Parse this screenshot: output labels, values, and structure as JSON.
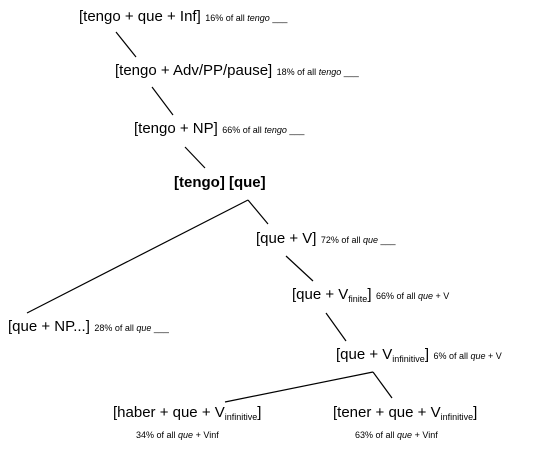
{
  "nodes": {
    "tengo_que_inf": {
      "open": "[tengo + que + Inf]",
      "pct": "16% of all",
      "pct_it": "tengo",
      "blank": "___"
    },
    "tengo_adv": {
      "open": "[tengo + Adv/PP/pause]",
      "pct": "18% of all",
      "pct_it": "tengo",
      "blank": "___"
    },
    "tengo_np": {
      "open": "[tengo + NP]",
      "pct": "66% of all",
      "pct_it": "tengo",
      "blank": "___"
    },
    "tengo_que": {
      "open": "[tengo] [que]"
    },
    "que_v": {
      "open": "[que + V]",
      "pct": "72% of all",
      "pct_it": "que",
      "blank": "___"
    },
    "que_vfinite": {
      "open": "[que + V",
      "sub": "finite",
      "close": "]",
      "pct": "66% of all",
      "pct_it": "que",
      "pct_tail": "+ V"
    },
    "que_np": {
      "open": "[que + NP...]",
      "pct": "28% of all",
      "pct_it": "que",
      "blank": "___"
    },
    "que_vinf": {
      "open": "[que + V",
      "sub": "infinitive",
      "close": "]",
      "pct": "6% of all",
      "pct_it": "que",
      "pct_tail": "+ V"
    },
    "haber": {
      "open": "[haber + que + V",
      "sub": "infinitive",
      "close": "]",
      "pct": "34% of all",
      "pct_it": "que",
      "pct_tail": "+ Vinf"
    },
    "tener": {
      "open": "[tener + que + V",
      "sub": "infinitive",
      "close": "]",
      "pct": "63% of all",
      "pct_it": "que",
      "pct_tail": "+ Vinf"
    }
  }
}
